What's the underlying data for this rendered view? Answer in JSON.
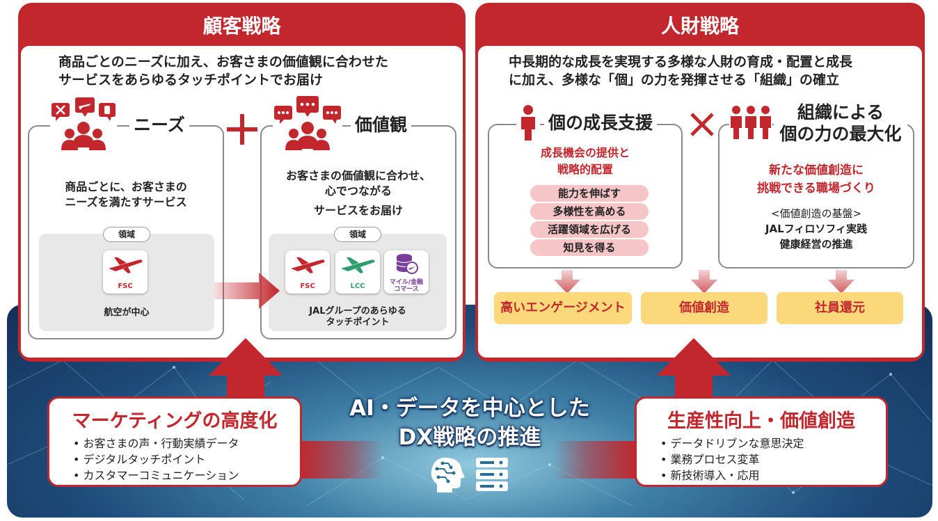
{
  "customer": {
    "title": "顧客戦略",
    "lead_line1": "商品ごとのニーズに加え、お客さまの価値観に合わせた",
    "lead_line2": "サービスをあらゆるタッチポイントでお届け",
    "needs": {
      "title": "ニーズ",
      "text_line1": "商品ごとに、お客さまの",
      "text_line2": "ニーズを満たすサービス",
      "domain_label": "領域",
      "tile": "FSC",
      "caption": "航空が中心"
    },
    "plus": "+",
    "values": {
      "title": "価値観",
      "text_line1": "お客さまの価値観に合わせ、",
      "text_line2": "心でつながる",
      "text_line3": "サービスをお届け",
      "domain_label": "領域",
      "tiles": [
        "FSC",
        "LCC",
        "マイル/金融コマース"
      ],
      "caption_line1": "JALグループのあらゆる",
      "caption_line2": "タッチポイント"
    }
  },
  "hr": {
    "title": "人財戦略",
    "lead_line1": "中長期的な成長を実現する多様な人財の育成・配置と成長",
    "lead_line2": "に加え、多様な「個」の力を発揮させる「組織」の確立",
    "individual": {
      "title": "個の成長支援",
      "red_line1": "成長機会の提供と",
      "red_line2": "戦略的配置",
      "items": [
        "能力を伸ばす",
        "多様性を高める",
        "活躍領域を広げる",
        "知見を得る"
      ]
    },
    "times": "×",
    "org": {
      "title_line1": "組織による",
      "title_line2": "個の力の最大化",
      "red_line1": "新たな価値創造に",
      "red_line2": "挑戦できる職場づくり",
      "base_line1": "<価値創造の基盤>",
      "base_line2": "JALフィロソフィ実践",
      "base_line3": "健康経営の推進"
    },
    "outcomes": [
      "高いエンゲージメント",
      "価値創造",
      "社員還元"
    ]
  },
  "dx": {
    "line1": "AI・データを中心とした",
    "line2": "DX戦略の推進"
  },
  "marketing": {
    "title": "マーケティングの高度化",
    "items": [
      "お客さまの声・行動実績データ",
      "デジタルタッチポイント",
      "カスタマーコミュニケーション"
    ]
  },
  "productivity": {
    "title": "生産性向上・価値創造",
    "items": [
      "データドリブンな意思決定",
      "業務プロセス変革",
      "新技術導入・応用"
    ]
  },
  "colors": {
    "brand_red": "#c2272d",
    "lcc_green": "#2f9e6e",
    "mile_purple": "#7a3d9a",
    "outcome_yellow": "#fbd97a",
    "pink": "#f6c5c8"
  },
  "icons": [
    "needs-group-icon",
    "values-group-icon",
    "person-icon",
    "people-group-icon",
    "airplane-icon",
    "coins-icon",
    "ai-head-icon",
    "server-icon"
  ]
}
